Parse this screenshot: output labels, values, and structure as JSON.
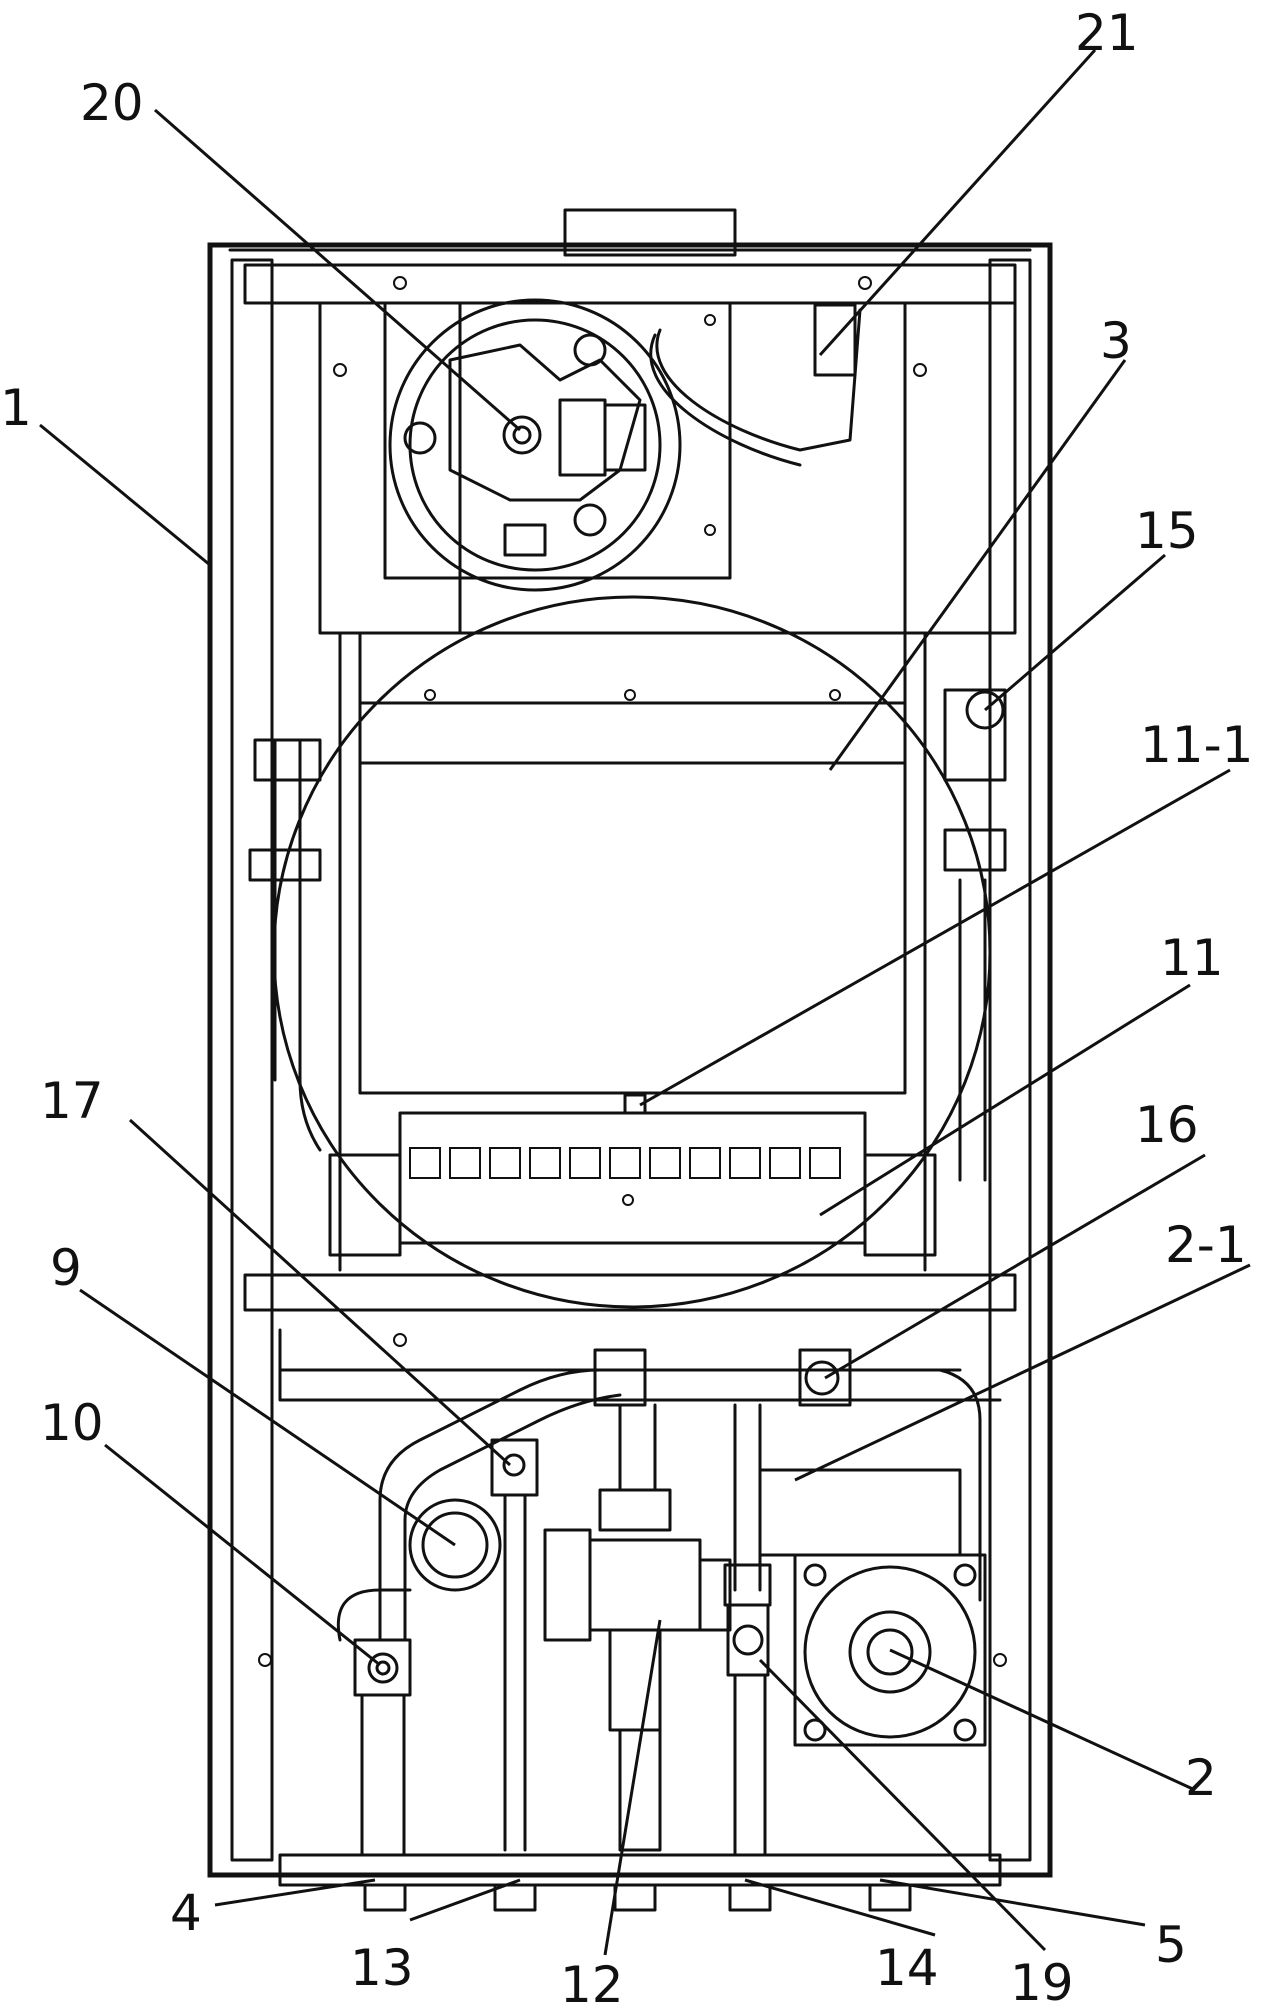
{
  "labels": [
    {
      "id": "1",
      "text": "1"
    },
    {
      "id": "2",
      "text": "2"
    },
    {
      "id": "2-1",
      "text": "2-1"
    },
    {
      "id": "3",
      "text": "3"
    },
    {
      "id": "4",
      "text": "4"
    },
    {
      "id": "5",
      "text": "5"
    },
    {
      "id": "9",
      "text": "9"
    },
    {
      "id": "10",
      "text": "10"
    },
    {
      "id": "11",
      "text": "11"
    },
    {
      "id": "11-1",
      "text": "11-1"
    },
    {
      "id": "12",
      "text": "12"
    },
    {
      "id": "13",
      "text": "13"
    },
    {
      "id": "14",
      "text": "14"
    },
    {
      "id": "15",
      "text": "15"
    },
    {
      "id": "16",
      "text": "16"
    },
    {
      "id": "17",
      "text": "17"
    },
    {
      "id": "19",
      "text": "19"
    },
    {
      "id": "20",
      "text": "20"
    },
    {
      "id": "21",
      "text": "21"
    }
  ]
}
